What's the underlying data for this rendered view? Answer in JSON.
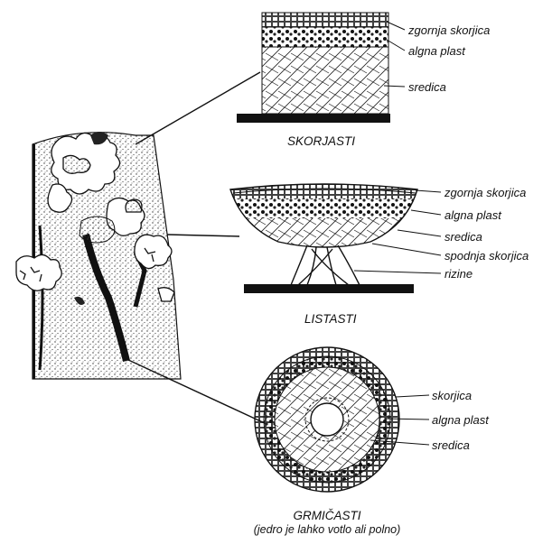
{
  "crustose": {
    "title": "SKORJASTI",
    "labels": [
      "zgornja skorjica",
      "algna plast",
      "sredica"
    ]
  },
  "foliose": {
    "title": "LISTASTI",
    "labels": [
      "zgornja skorjica",
      "algna plast",
      "sredica",
      "spodnja skorjica",
      "rizine"
    ]
  },
  "fruticose": {
    "title": "GRMIČASTI",
    "subtitle": "(jedro je lahko votlo ali polno)",
    "labels": [
      "skorjica",
      "algna plast",
      "sredica"
    ]
  },
  "colors": {
    "ink": "#111111",
    "paper": "#ffffff",
    "stipple": "#555555"
  }
}
